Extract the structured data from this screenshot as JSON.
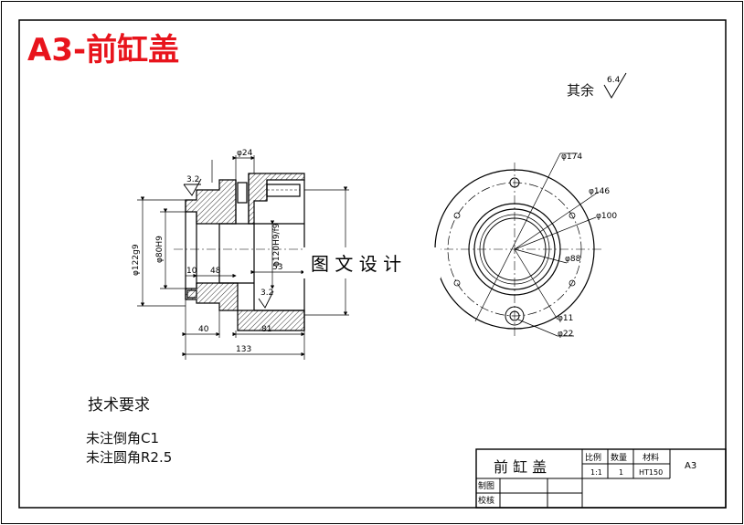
{
  "title_banner": {
    "text": "A3-前缸盖",
    "color": "#e8141c"
  },
  "surface_finish": {
    "label": "其余",
    "value": "6.4"
  },
  "section_view": {
    "dims": {
      "d24": "φ24",
      "ra32_top": "3.2",
      "ra32_bottom": "3.2",
      "d122": "φ122g9",
      "d80": "φ80H9",
      "d120": "φ120H9/f9",
      "len10": "10",
      "len48": "48",
      "len53": "53",
      "len40": "40",
      "len81": "81",
      "len133": "133"
    }
  },
  "front_view": {
    "dims": {
      "d174": "φ174",
      "d146": "φ146",
      "d100": "φ100",
      "d88": "φ88",
      "d11": "φ11",
      "d22": "φ22"
    }
  },
  "watermark": "图 文 设 计",
  "tech_req": {
    "title": "技术要求",
    "line1": "未注倒角C1",
    "line2": "未注圆角R2.5"
  },
  "title_block": {
    "part_name": "前 缸 盖",
    "h_scale": "比例",
    "h_qty": "数量",
    "h_material": "材料",
    "scale": "1:1",
    "qty": "1",
    "material": "HT150",
    "sheet": "A3",
    "drawn": "制图",
    "checked": "校核"
  }
}
